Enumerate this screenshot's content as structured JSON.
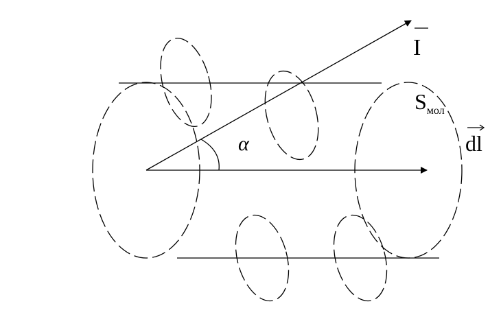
{
  "labels": {
    "current_vector": "I",
    "area_main": "S",
    "area_subscript": "мол",
    "length_vector": "dl",
    "angle": "α"
  },
  "colors": {
    "ink": "#000000",
    "background": "#ffffff"
  }
}
